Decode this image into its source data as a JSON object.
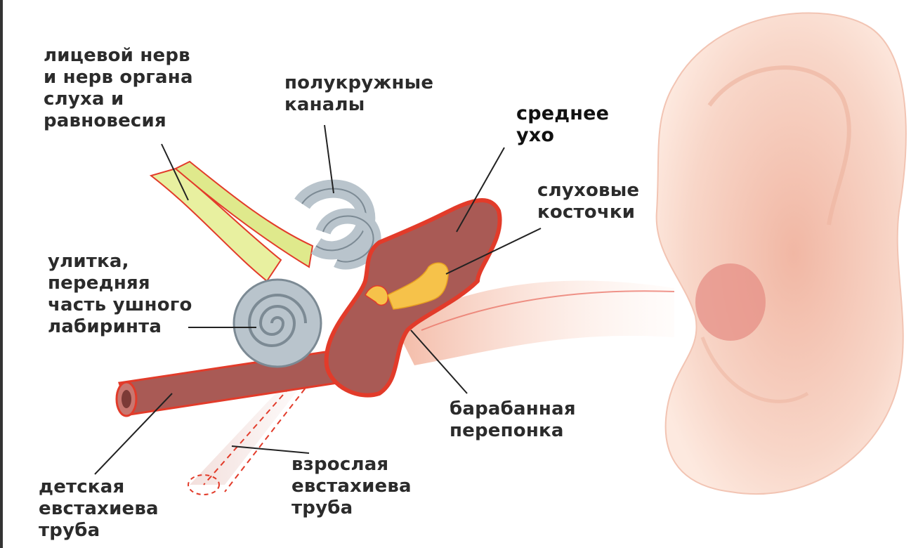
{
  "labels": {
    "facial_nerve": "лицевой нерв\nи нерв органа\nслуха и\nравновесия",
    "semicircular": "полукружные\nканалы",
    "middle_ear": "среднее\nухо",
    "ossicles": "слуховые\nкосточки",
    "cochlea": "улитка,\nпередняя\nчасть ушного\nлабиринта",
    "eardrum": "барабанная\nперепонка",
    "adult_tube": "взрослая\nевстахиева\nтруба",
    "child_tube": "детская\nевстахиева\nтруба"
  },
  "colors": {
    "outline": "#e23b2a",
    "cavity": "#a95a55",
    "bone": "#b9c4cc",
    "nerve": "#e8f0a0",
    "ossicle": "#f6c24a",
    "skin": "#f6c9b8"
  }
}
